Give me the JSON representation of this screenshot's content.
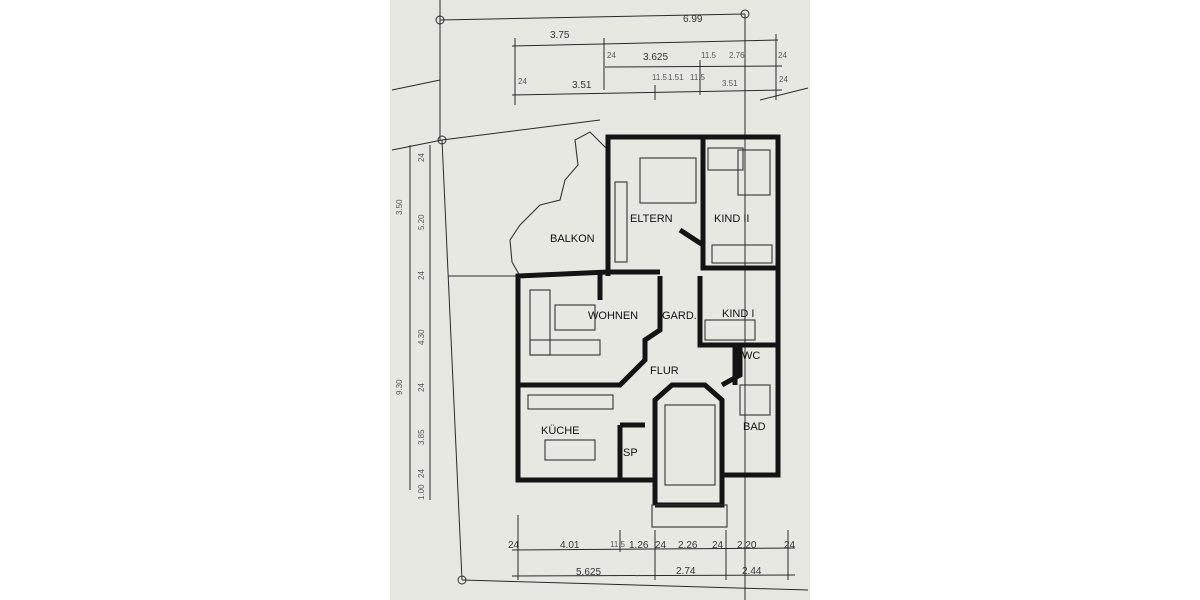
{
  "rooms": {
    "balkon": "BALKON",
    "eltern": "ELTERN",
    "kind2": "KIND II",
    "wohnen": "WOHNEN",
    "gard": "GARD.",
    "kind1": "KIND I",
    "wc": "WC",
    "flur": "FLUR",
    "kueche": "KÜCHE",
    "sp": "SP",
    "bad": "BAD"
  },
  "dimensions_top": {
    "overall": "6.99",
    "row1": [
      "3.75"
    ],
    "row2": [
      "24",
      "3.625",
      "11.5",
      "2.76",
      "24"
    ],
    "row3": [
      "24",
      "3.51",
      "11.5",
      "1.51",
      "11.5",
      "3.51",
      "24"
    ]
  },
  "dimensions_bottom": {
    "row1": [
      "24",
      "4.01",
      "11.5",
      "1.26",
      "24",
      "2.26",
      "24",
      "2.20",
      "24"
    ],
    "row2": [
      "5.625",
      "2.74",
      "2.44"
    ]
  },
  "dimensions_left": {
    "overall": "9.30",
    "outer_top": "3.50",
    "segments": [
      "24",
      "5.20",
      "24",
      "4.30",
      "24",
      "3.85",
      "24",
      "1.00"
    ]
  }
}
